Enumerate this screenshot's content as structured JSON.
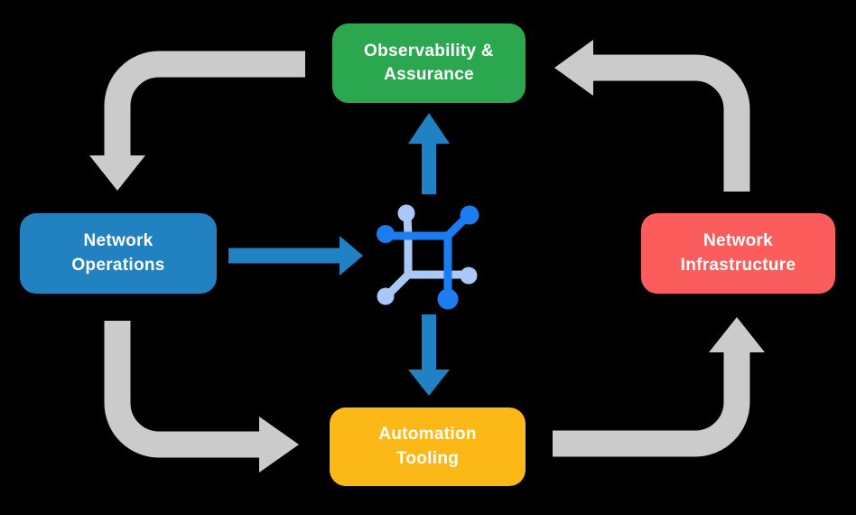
{
  "diagram": {
    "type": "cycle-flow-diagram",
    "background_color": "#000000",
    "nodes": {
      "observability": {
        "line1": "Observability &",
        "line2": "Assurance",
        "color": "#2BA84F"
      },
      "operations": {
        "line1": "Network",
        "line2": "Operations",
        "color": "#2181C1"
      },
      "infrastructure": {
        "line1": "Network",
        "line2": "Infrastructure",
        "color": "#FB5D5D"
      },
      "automation": {
        "line1": "Automation",
        "line2": "Tooling",
        "color": "#FCB816"
      }
    },
    "center_icon": {
      "name": "network-automation-icon",
      "primary_color": "#1B7DF0",
      "secondary_color": "#A9C8F8"
    },
    "arrows": {
      "cycle_color": "#CBCBCB",
      "flow_color": "#2082C4",
      "cycle": [
        {
          "from": "Observability & Assurance",
          "to": "Network Operations"
        },
        {
          "from": "Network Operations",
          "to": "Automation Tooling"
        },
        {
          "from": "Automation Tooling",
          "to": "Network Infrastructure"
        },
        {
          "from": "Network Infrastructure",
          "to": "Observability & Assurance"
        }
      ],
      "hub": [
        {
          "from": "Network Operations",
          "to": "network-automation-icon"
        },
        {
          "from": "network-automation-icon",
          "to": "Observability & Assurance"
        },
        {
          "from": "network-automation-icon",
          "to": "Automation Tooling"
        }
      ]
    },
    "text_color": "#FFFFFF"
  }
}
